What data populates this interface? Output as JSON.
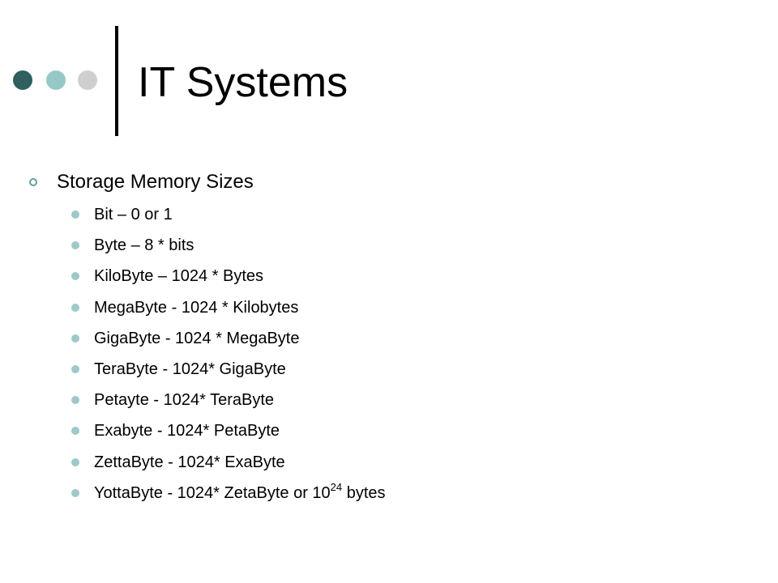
{
  "slide": {
    "title": "IT Systems",
    "heading": "Storage Memory Sizes",
    "items": [
      "Bit – 0 or 1",
      "Byte – 8 * bits",
      "KiloByte – 1024 * Bytes",
      "MegaByte - 1024 * Kilobytes",
      "GigaByte - 1024 * MegaByte",
      "TeraByte - 1024* GigaByte",
      "Petayte - 1024* TeraByte",
      "Exabyte - 1024* PetaByte",
      "ZettaByte - 1024* ExaByte"
    ],
    "last_item": {
      "text_before": "YottaByte - 1024* ZetaByte or 10",
      "exponent": "24",
      "text_after": " bytes"
    }
  },
  "colors": {
    "dot_1": "#2f5f61",
    "dot_2": "#96c8ca",
    "dot_3": "#cfcfcf",
    "accent": "#5f9ea0",
    "bullet": "#9fc8ca"
  }
}
